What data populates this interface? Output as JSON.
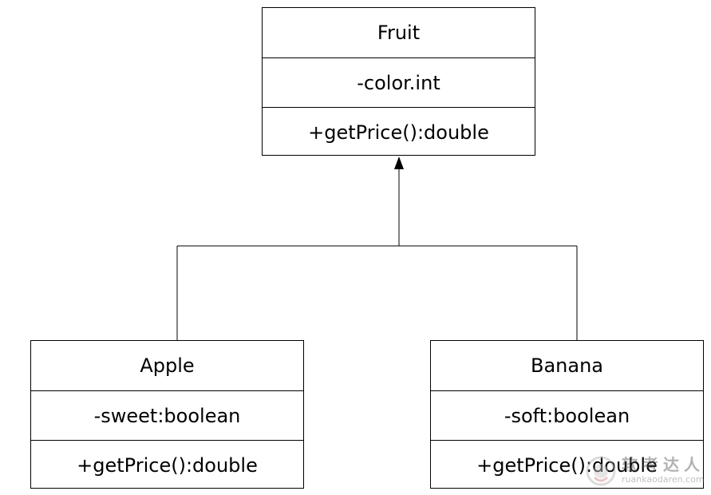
{
  "classes": {
    "fruit": {
      "name": "Fruit",
      "attribute": "-color.int",
      "method": "+getPrice():double"
    },
    "apple": {
      "name": "Apple",
      "attribute": "-sweet:boolean",
      "method": "+getPrice():double"
    },
    "banana": {
      "name": "Banana",
      "attribute": "-soft:boolean",
      "method": "+getPrice():double"
    }
  },
  "relationships": [
    {
      "type": "generalization",
      "from": "Apple",
      "to": "Fruit"
    },
    {
      "type": "generalization",
      "from": "Banana",
      "to": "Fruit"
    }
  ],
  "watermark": {
    "text": "软考达人",
    "url": "ruankaodaren.com"
  }
}
